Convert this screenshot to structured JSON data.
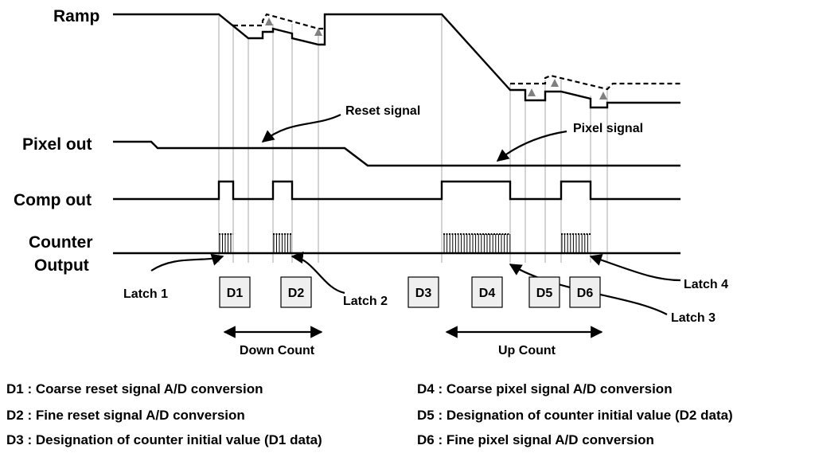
{
  "signals": {
    "ramp": "Ramp",
    "pixel_out": "Pixel out",
    "comp_out": "Comp out",
    "counter_line1": "Counter",
    "counter_line2": "Output"
  },
  "annotations": {
    "reset_signal": "Reset signal",
    "pixel_signal": "Pixel signal",
    "latch1": "Latch 1",
    "latch2": "Latch 2",
    "latch3": "Latch 3",
    "latch4": "Latch 4"
  },
  "phases": [
    "D1",
    "D2",
    "D3",
    "D4",
    "D5",
    "D6"
  ],
  "count_labels": {
    "down": "Down Count",
    "up": "Up Count"
  },
  "legend": [
    "D1 : Coarse reset signal A/D conversion",
    "D2 : Fine reset signal A/D conversion",
    "D3 : Designation of counter initial value (D1 data)",
    "D4 : Coarse pixel signal A/D conversion",
    "D5 : Designation of counter initial value (D2 data)",
    "D6 : Fine pixel signal A/D conversion"
  ],
  "colors": {
    "line": "#000000",
    "guide": "#a8a8a8",
    "box_fill": "#efefef",
    "marker": "#808080"
  }
}
